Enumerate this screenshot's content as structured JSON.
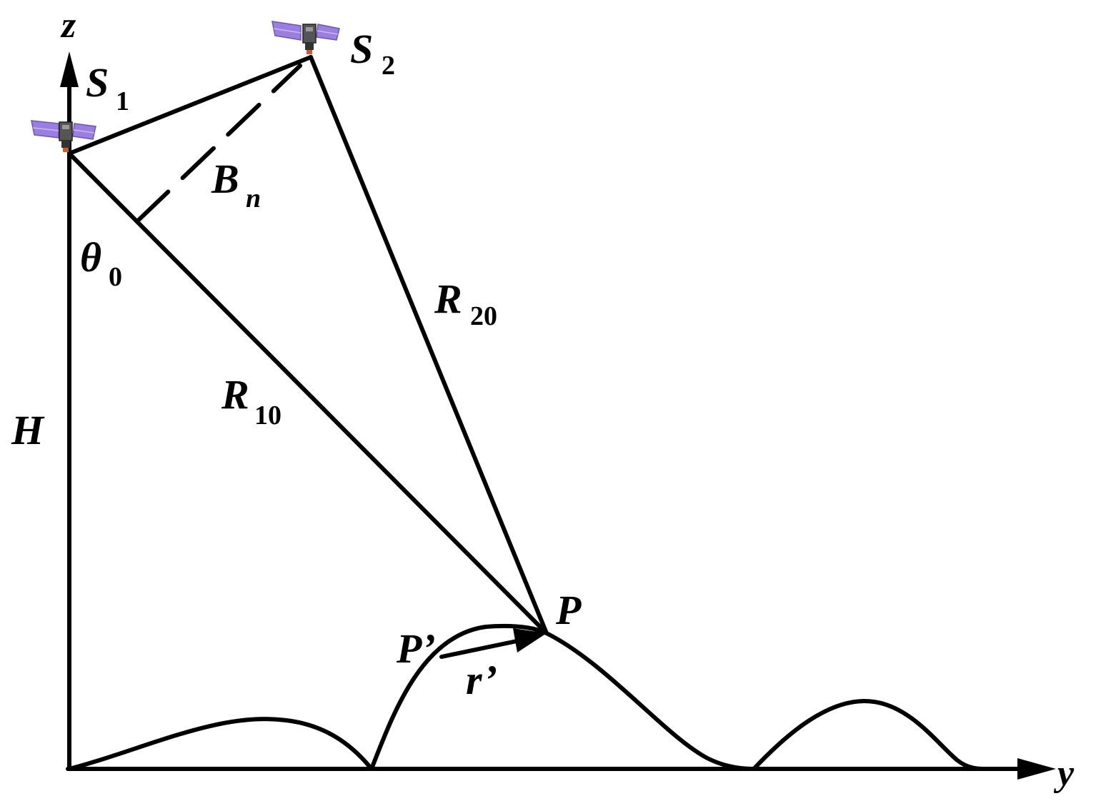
{
  "labels": {
    "z_axis": "z",
    "y_axis": "y",
    "s1": {
      "main": "S",
      "sub": "1"
    },
    "s2": {
      "main": "S",
      "sub": "2"
    },
    "baseline": {
      "main": "B",
      "sub": "n"
    },
    "look_angle": {
      "main": "θ",
      "sub": "0"
    },
    "range1": {
      "main": "R",
      "sub": "10"
    },
    "range2": {
      "main": "R",
      "sub": "20"
    },
    "height": "H",
    "point_p": "P",
    "point_p_prime": "P’",
    "vector_r_prime": "r’"
  },
  "icons": {
    "satellite_1": "satellite-icon",
    "satellite_2": "satellite-icon"
  },
  "colors": {
    "line": "#000000",
    "panel": "#9b7fe0",
    "panel_light": "#c9b8f2",
    "body": "#555555",
    "nozzle": "#d05a2a"
  }
}
